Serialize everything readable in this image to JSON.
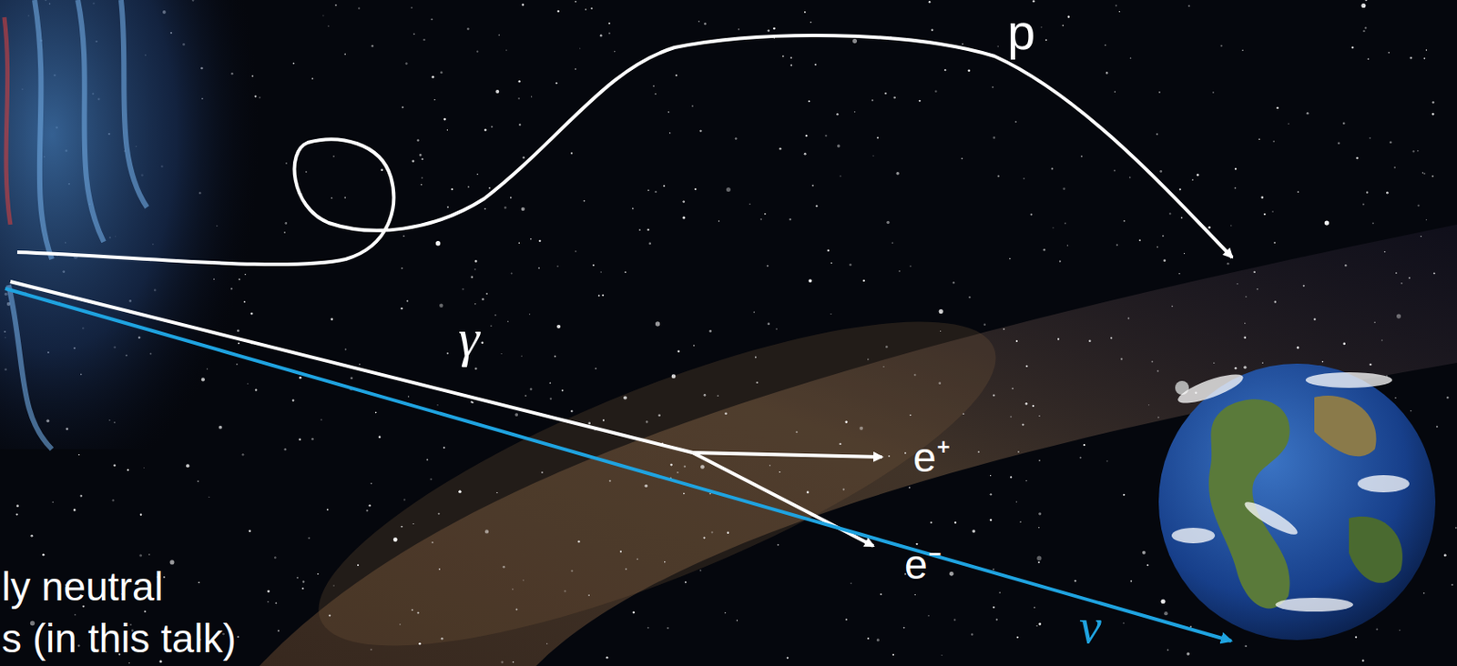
{
  "diagram": {
    "labels": [
      "p",
      "γ",
      "e⁺",
      "e⁻",
      "ν",
      "ly neutral",
      "s (in this talk)"
    ]
  }
}
